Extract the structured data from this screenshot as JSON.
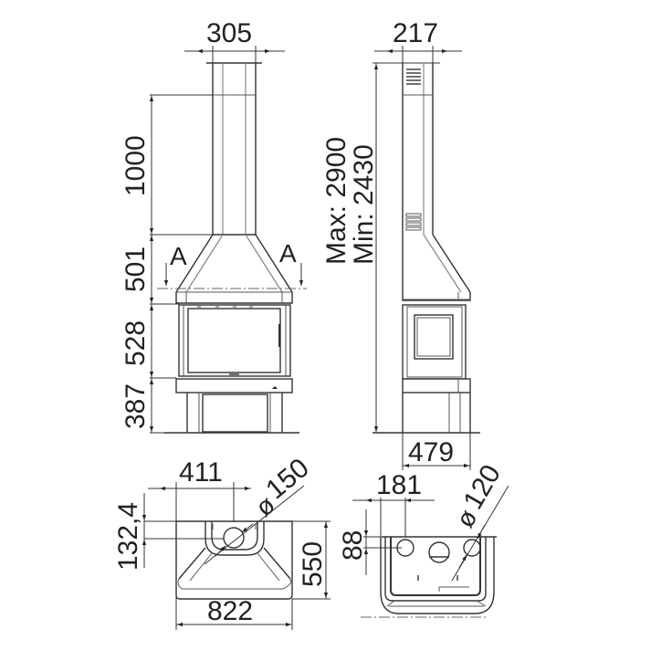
{
  "drawing": {
    "front_view": {
      "flue_width": "305",
      "flue_height": "1000",
      "hood_height": "501",
      "firebox_height": "528",
      "base_height": "387",
      "section_marks": [
        "A",
        "A"
      ]
    },
    "side_view": {
      "flue_depth": "217",
      "height_max_label": "Max: 2900",
      "height_min_label": "Min: 2430",
      "depth": "479"
    },
    "top_view_front": {
      "half_width": "411",
      "outlet_diameter": "150",
      "outlet_diameter_symbol": "ø",
      "outlet_offset": "132,4",
      "total_depth": "550",
      "total_width": "822"
    },
    "top_view_side": {
      "hole_offset": "181",
      "hole_diameter": "120",
      "hole_diameter_symbol": "ø",
      "hole_offset_depth": "88"
    }
  }
}
